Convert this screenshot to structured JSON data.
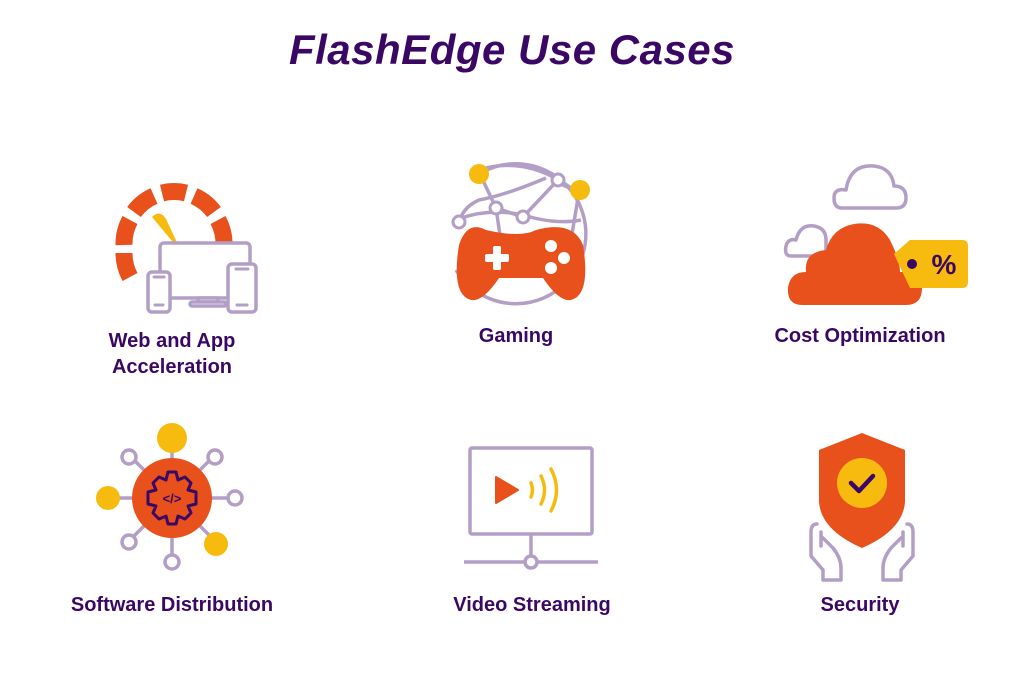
{
  "title": "FlashEdge Use Cases",
  "colors": {
    "title": "#3b0764",
    "orange": "#e8501c",
    "yellow": "#f6bb0e",
    "lavender": "#b39fc6",
    "dark_purple": "#3b0764"
  },
  "use_cases": [
    {
      "label_line1": "Web and App",
      "label_line2": "Acceleration",
      "icon": "speedometer-devices-icon"
    },
    {
      "label_line1": "Gaming",
      "label_line2": "",
      "icon": "gamepad-globe-icon"
    },
    {
      "label_line1": "Cost Optimization",
      "label_line2": "",
      "icon": "cloud-price-tag-icon"
    },
    {
      "label_line1": "Software Distribution",
      "label_line2": "",
      "icon": "code-gear-network-icon"
    },
    {
      "label_line1": "Video Streaming",
      "label_line2": "",
      "icon": "video-screen-icon"
    },
    {
      "label_line1": "Security",
      "label_line2": "",
      "icon": "shield-hands-icon"
    }
  ],
  "cost_tag_symbol": "%",
  "code_symbol": "</>"
}
